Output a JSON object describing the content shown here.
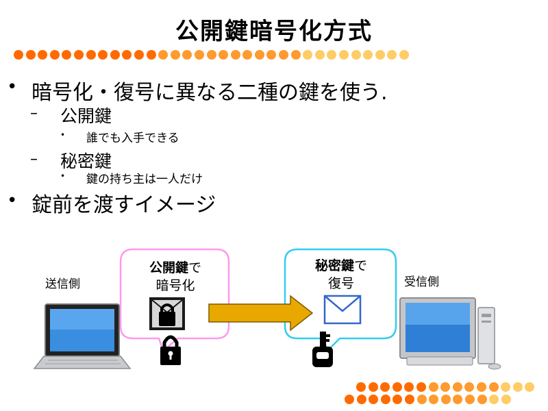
{
  "title": "公開鍵暗号化方式",
  "bullets": {
    "b1": "暗号化・復号に異なる二種の鍵を使う.",
    "public_key": "公開鍵",
    "public_key_note": "誰でも入手できる",
    "private_key": "秘密鍵",
    "private_key_note": "鍵の持ち主は一人だけ",
    "b2": "錠前を渡すイメージ"
  },
  "markers": {
    "level1": "•",
    "level2": "–",
    "level3": "•"
  },
  "diagram": {
    "sender": "送信側",
    "receiver": "受信側",
    "encrypt_bubble": {
      "line1_bold": "公開鍵",
      "line1_rest": "で",
      "line2": "暗号化"
    },
    "decrypt_bubble": {
      "line1_bold": "秘密鍵",
      "line1_rest": "で",
      "line2": "復号"
    }
  },
  "colors": {
    "dot_dark": "#ff6a00",
    "dot_mid": "#ff9a2e",
    "dot_light": "#ffcc66",
    "pink_border": "#ff99ee",
    "cyan_border": "#33ccee",
    "arrow_fill": "#e8a800",
    "arrow_stroke": "#7a5a00"
  }
}
